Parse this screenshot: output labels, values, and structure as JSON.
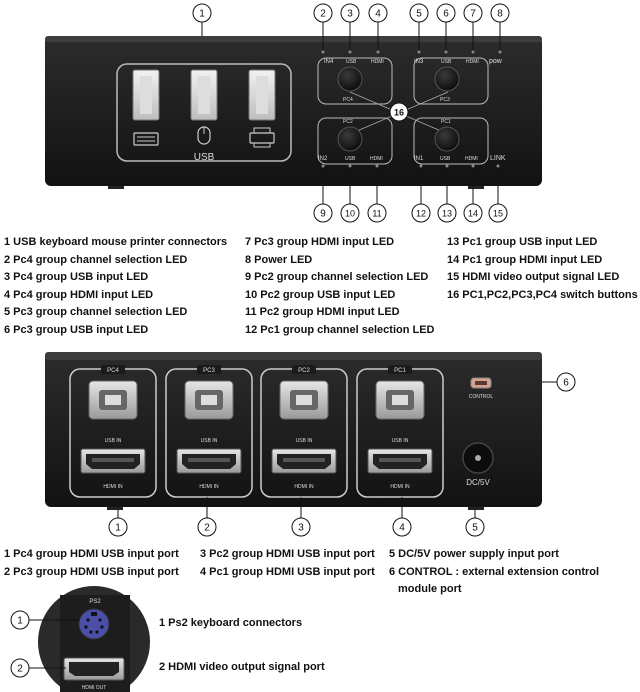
{
  "front_panel": {
    "usb_label": "USB",
    "groups": [
      {
        "label": "IN4",
        "pc": "PC4",
        "usb": "USB",
        "hdmi": "HDMI"
      },
      {
        "label": "IN3",
        "pc": "PC3",
        "usb": "USB",
        "hdmi": "HDMI"
      },
      {
        "label": "IN2",
        "pc": "PC2",
        "usb": "USB",
        "hdmi": "HDMI"
      },
      {
        "label": "IN1",
        "pc": "PC1",
        "usb": "USB",
        "hdmi": "HDMI"
      }
    ],
    "pow_label": "pow",
    "link_label": "LINK",
    "center_callout": "16",
    "top_callouts": [
      "1",
      "2",
      "3",
      "4",
      "5",
      "6",
      "7",
      "8"
    ],
    "bottom_callouts": [
      "9",
      "10",
      "11",
      "12",
      "13",
      "14",
      "15"
    ]
  },
  "front_legend": {
    "col1": [
      "1 USB keyboard mouse printer connectors",
      "2 Pc4 group channel selection LED",
      "3 Pc4 group USB input LED",
      "4 Pc4 group HDMI input LED",
      "5 Pc3 group channel selection LED",
      "6 Pc3 group USB input LED"
    ],
    "col2": [
      "7 Pc3 group HDMI input LED",
      "8 Power LED",
      "9 Pc2 group channel selection LED",
      "10 Pc2 group USB input LED",
      "11 Pc2 group HDMI input LED",
      "12 Pc1 group channel selection LED"
    ],
    "col3": [
      "13 Pc1 group USB input LED",
      "14 Pc1 group HDMI input LED",
      "15 HDMI video output signal LED",
      "16 PC1,PC2,PC3,PC4 switch buttons"
    ]
  },
  "back_panel": {
    "ports": [
      {
        "pc": "PC4",
        "usb": "USB IN",
        "hdmi": "HDMI IN"
      },
      {
        "pc": "PC3",
        "usb": "USB IN",
        "hdmi": "HDMI IN"
      },
      {
        "pc": "PC2",
        "usb": "USB IN",
        "hdmi": "HDMI IN"
      },
      {
        "pc": "PC1",
        "usb": "USB IN",
        "hdmi": "HDMI IN"
      }
    ],
    "control_label": "CONTROL",
    "dc_label": "DC/5V",
    "side_callout": "6",
    "bottom_callouts": [
      "1",
      "2",
      "3",
      "4",
      "5"
    ]
  },
  "back_legend": {
    "col1": [
      "1  Pc4 group HDMI USB input port",
      "2  Pc3 group HDMI USB input port"
    ],
    "col2": [
      "3 Pc2 group HDMI USB input port",
      "4 Pc1 group HDMI USB input port"
    ],
    "col3": [
      "5 DC/5V power supply input port",
      "6 CONTROL : external extension control module port"
    ]
  },
  "side_panel": {
    "ps2_label": "PS2",
    "hdmi_out_label": "HDMI OUT",
    "callouts": [
      "1",
      "2"
    ]
  },
  "side_legend": {
    "items": [
      "1  Ps2 keyboard connectors",
      "2  HDMI video output signal port"
    ]
  }
}
